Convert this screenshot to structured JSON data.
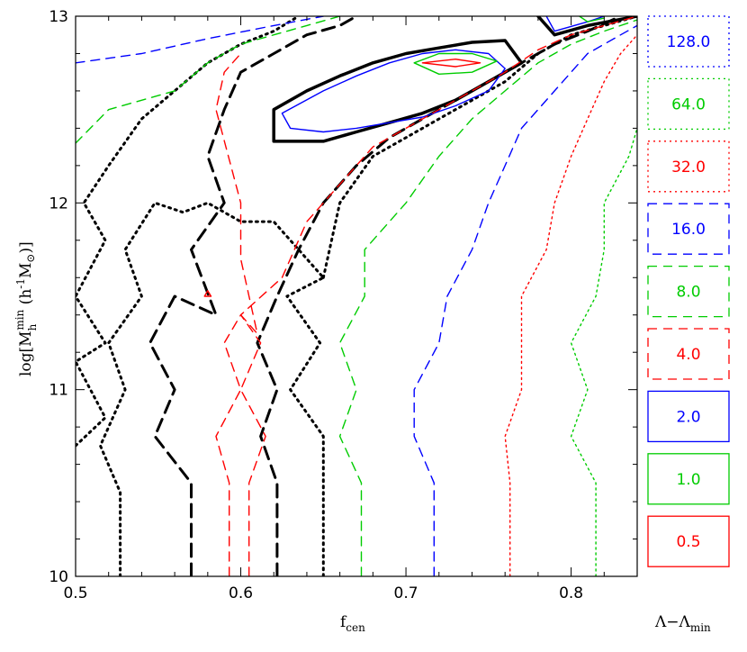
{
  "chart_data": {
    "type": "contour",
    "xlabel": "f",
    "xlabel_sub": "cen",
    "ylabel_pre": "log[M",
    "ylabel_sub": "h",
    "ylabel_sup": "min",
    "ylabel_post": " (h",
    "ylabel_exp": "-1",
    "ylabel_unit": "M",
    "ylabel_unit_sub": "⊙",
    "ylabel_close": ")]",
    "xlim": [
      0.5,
      0.84
    ],
    "ylim": [
      10,
      13
    ],
    "xticks": [
      {
        "v": 0.5,
        "label": "0.5"
      },
      {
        "v": 0.6,
        "label": "0.6"
      },
      {
        "v": 0.7,
        "label": "0.7"
      },
      {
        "v": 0.8,
        "label": "0.8"
      }
    ],
    "yticks": [
      {
        "v": 10,
        "label": "10"
      },
      {
        "v": 11,
        "label": "11"
      },
      {
        "v": 12,
        "label": "12"
      },
      {
        "v": 13,
        "label": "13"
      }
    ],
    "legend_title": "Λ−Λ",
    "legend_title_sub": "min",
    "legend": [
      {
        "label": "128.0",
        "color": "#0000ff",
        "style": "dotted"
      },
      {
        "label": "64.0",
        "color": "#00cc00",
        "style": "dotted"
      },
      {
        "label": "32.0",
        "color": "#ff0000",
        "style": "dotted"
      },
      {
        "label": "16.0",
        "color": "#0000ff",
        "style": "dashed"
      },
      {
        "label": "8.0",
        "color": "#00cc00",
        "style": "dashed"
      },
      {
        "label": "4.0",
        "color": "#ff0000",
        "style": "dashed"
      },
      {
        "label": "2.0",
        "color": "#0000ff",
        "style": "solid"
      },
      {
        "label": "1.0",
        "color": "#00cc00",
        "style": "solid"
      },
      {
        "label": "0.5",
        "color": "#ff0000",
        "style": "solid"
      }
    ],
    "contours": [
      {
        "name": "black-dotted-left",
        "color": "#000000",
        "style": "dotted",
        "width": 3,
        "closed": false,
        "points": [
          [
            0.5,
            10.7
          ],
          [
            0.518,
            10.85
          ],
          [
            0.5,
            11.15
          ],
          [
            0.518,
            11.25
          ],
          [
            0.5,
            11.5
          ],
          [
            0.518,
            11.8
          ],
          [
            0.505,
            12.0
          ],
          [
            0.52,
            12.2
          ],
          [
            0.54,
            12.45
          ],
          [
            0.56,
            12.6
          ],
          [
            0.58,
            12.75
          ],
          [
            0.6,
            12.85
          ],
          [
            0.62,
            12.92
          ],
          [
            0.635,
            13.0
          ]
        ]
      },
      {
        "name": "black-dotted-right",
        "color": "#000000",
        "style": "dotted",
        "width": 3,
        "closed": false,
        "points": [
          [
            0.527,
            10.0
          ],
          [
            0.527,
            10.45
          ],
          [
            0.515,
            10.7
          ],
          [
            0.53,
            11.0
          ],
          [
            0.52,
            11.25
          ],
          [
            0.54,
            11.5
          ],
          [
            0.53,
            11.75
          ],
          [
            0.548,
            12.0
          ],
          [
            0.565,
            11.95
          ],
          [
            0.58,
            12.0
          ],
          [
            0.6,
            11.9
          ],
          [
            0.62,
            11.9
          ],
          [
            0.635,
            11.75
          ],
          [
            0.65,
            11.6
          ],
          [
            0.628,
            11.5
          ],
          [
            0.648,
            11.25
          ],
          [
            0.63,
            11.0
          ],
          [
            0.65,
            10.75
          ],
          [
            0.65,
            10.0
          ]
        ]
      },
      {
        "name": "black-dotted-upper",
        "color": "#000000",
        "style": "dotted",
        "width": 3,
        "closed": false,
        "points": [
          [
            0.65,
            11.6
          ],
          [
            0.66,
            12.0
          ],
          [
            0.68,
            12.25
          ],
          [
            0.7,
            12.35
          ],
          [
            0.72,
            12.45
          ],
          [
            0.74,
            12.55
          ],
          [
            0.76,
            12.65
          ],
          [
            0.78,
            12.8
          ],
          [
            0.8,
            12.9
          ],
          [
            0.82,
            12.95
          ],
          [
            0.84,
            13.0
          ]
        ]
      },
      {
        "name": "black-dashed",
        "color": "#000000",
        "style": "dashed",
        "width": 3,
        "closed": false,
        "points": [
          [
            0.57,
            10.0
          ],
          [
            0.57,
            10.5
          ],
          [
            0.548,
            10.75
          ],
          [
            0.56,
            11.0
          ],
          [
            0.545,
            11.25
          ],
          [
            0.56,
            11.5
          ],
          [
            0.585,
            11.4
          ],
          [
            0.57,
            11.75
          ],
          [
            0.59,
            12.0
          ],
          [
            0.58,
            12.25
          ],
          [
            0.59,
            12.5
          ],
          [
            0.6,
            12.7
          ],
          [
            0.62,
            12.8
          ],
          [
            0.64,
            12.9
          ],
          [
            0.66,
            12.95
          ],
          [
            0.67,
            13.0
          ]
        ]
      },
      {
        "name": "black-dashed-right",
        "color": "#000000",
        "style": "dashed",
        "width": 3,
        "closed": false,
        "points": [
          [
            0.622,
            10.0
          ],
          [
            0.622,
            10.5
          ],
          [
            0.612,
            10.75
          ],
          [
            0.622,
            11.0
          ],
          [
            0.61,
            11.25
          ],
          [
            0.622,
            11.5
          ],
          [
            0.635,
            11.75
          ],
          [
            0.65,
            12.0
          ],
          [
            0.67,
            12.2
          ],
          [
            0.69,
            12.35
          ],
          [
            0.71,
            12.45
          ],
          [
            0.73,
            12.55
          ],
          [
            0.75,
            12.65
          ],
          [
            0.77,
            12.75
          ],
          [
            0.79,
            12.85
          ],
          [
            0.81,
            12.92
          ],
          [
            0.83,
            13.0
          ]
        ]
      },
      {
        "name": "black-solid",
        "color": "#000000",
        "style": "solid",
        "width": 3.5,
        "closed": true,
        "points": [
          [
            0.62,
            12.5
          ],
          [
            0.64,
            12.6
          ],
          [
            0.66,
            12.68
          ],
          [
            0.68,
            12.75
          ],
          [
            0.7,
            12.8
          ],
          [
            0.72,
            12.83
          ],
          [
            0.74,
            12.86
          ],
          [
            0.76,
            12.87
          ],
          [
            0.77,
            12.75
          ],
          [
            0.75,
            12.65
          ],
          [
            0.73,
            12.55
          ],
          [
            0.71,
            12.48
          ],
          [
            0.69,
            12.43
          ],
          [
            0.67,
            12.38
          ],
          [
            0.65,
            12.33
          ],
          [
            0.62,
            12.33
          ]
        ]
      },
      {
        "name": "black-solid-corner",
        "color": "#000000",
        "style": "solid",
        "width": 3.5,
        "closed": false,
        "points": [
          [
            0.78,
            13.0
          ],
          [
            0.79,
            12.9
          ],
          [
            0.81,
            12.95
          ],
          [
            0.84,
            13.0
          ]
        ]
      },
      {
        "name": "blue-solid",
        "color": "#0000ff",
        "style": "solid",
        "width": 1.4,
        "closed": true,
        "points": [
          [
            0.625,
            12.48
          ],
          [
            0.65,
            12.6
          ],
          [
            0.67,
            12.68
          ],
          [
            0.69,
            12.75
          ],
          [
            0.71,
            12.8
          ],
          [
            0.73,
            12.82
          ],
          [
            0.75,
            12.8
          ],
          [
            0.76,
            12.72
          ],
          [
            0.75,
            12.6
          ],
          [
            0.73,
            12.52
          ],
          [
            0.71,
            12.46
          ],
          [
            0.69,
            12.43
          ],
          [
            0.67,
            12.4
          ],
          [
            0.65,
            12.38
          ],
          [
            0.63,
            12.4
          ]
        ]
      },
      {
        "name": "blue-solid-corner",
        "color": "#0000ff",
        "style": "solid",
        "width": 1.4,
        "closed": false,
        "points": [
          [
            0.785,
            13.0
          ],
          [
            0.79,
            12.92
          ],
          [
            0.81,
            12.97
          ],
          [
            0.82,
            13.0
          ]
        ]
      },
      {
        "name": "green-solid",
        "color": "#00cc00",
        "style": "solid",
        "width": 1.4,
        "closed": true,
        "points": [
          [
            0.705,
            12.75
          ],
          [
            0.72,
            12.8
          ],
          [
            0.74,
            12.8
          ],
          [
            0.755,
            12.76
          ],
          [
            0.74,
            12.7
          ],
          [
            0.72,
            12.69
          ]
        ]
      },
      {
        "name": "green-solid-corner",
        "color": "#00cc00",
        "style": "solid",
        "width": 1.4,
        "closed": false,
        "points": [
          [
            0.805,
            13.0
          ],
          [
            0.81,
            12.97
          ],
          [
            0.82,
            12.99
          ]
        ]
      },
      {
        "name": "red-solid",
        "color": "#ff0000",
        "style": "solid",
        "width": 1.4,
        "closed": true,
        "points": [
          [
            0.71,
            12.75
          ],
          [
            0.73,
            12.77
          ],
          [
            0.745,
            12.75
          ],
          [
            0.73,
            12.73
          ]
        ]
      },
      {
        "name": "red-solid-small",
        "color": "#ff0000",
        "style": "solid",
        "width": 1.4,
        "closed": true,
        "points": [
          [
            0.578,
            11.5
          ],
          [
            0.58,
            11.53
          ],
          [
            0.582,
            11.5
          ]
        ]
      },
      {
        "name": "red-dashed-left",
        "color": "#ff0000",
        "style": "dashed",
        "width": 1.4,
        "closed": false,
        "points": [
          [
            0.593,
            10.0
          ],
          [
            0.593,
            10.5
          ],
          [
            0.585,
            10.75
          ],
          [
            0.6,
            11.0
          ],
          [
            0.59,
            11.25
          ],
          [
            0.6,
            11.4
          ],
          [
            0.61,
            11.3
          ],
          [
            0.6,
            11.7
          ],
          [
            0.6,
            12.0
          ],
          [
            0.585,
            12.5
          ],
          [
            0.59,
            12.7
          ],
          [
            0.6,
            12.8
          ]
        ]
      },
      {
        "name": "red-dashed-right",
        "color": "#ff0000",
        "style": "dashed",
        "width": 1.4,
        "closed": false,
        "points": [
          [
            0.605,
            10.0
          ],
          [
            0.605,
            10.5
          ],
          [
            0.615,
            10.75
          ],
          [
            0.6,
            11.0
          ],
          [
            0.612,
            11.25
          ],
          [
            0.6,
            11.4
          ],
          [
            0.625,
            11.6
          ],
          [
            0.64,
            11.9
          ],
          [
            0.66,
            12.1
          ],
          [
            0.68,
            12.3
          ],
          [
            0.7,
            12.4
          ],
          [
            0.72,
            12.5
          ],
          [
            0.74,
            12.6
          ],
          [
            0.76,
            12.7
          ],
          [
            0.78,
            12.82
          ],
          [
            0.8,
            12.9
          ],
          [
            0.82,
            12.95
          ],
          [
            0.84,
            13.0
          ]
        ]
      },
      {
        "name": "green-dashed",
        "color": "#00cc00",
        "style": "dashed",
        "width": 1.4,
        "closed": false,
        "points": [
          [
            0.673,
            10.0
          ],
          [
            0.673,
            10.5
          ],
          [
            0.66,
            10.75
          ],
          [
            0.67,
            11.0
          ],
          [
            0.66,
            11.25
          ],
          [
            0.675,
            11.5
          ],
          [
            0.675,
            11.75
          ],
          [
            0.7,
            12.0
          ],
          [
            0.72,
            12.25
          ],
          [
            0.74,
            12.45
          ],
          [
            0.76,
            12.6
          ],
          [
            0.78,
            12.75
          ],
          [
            0.8,
            12.85
          ],
          [
            0.82,
            12.92
          ],
          [
            0.84,
            12.98
          ]
        ]
      },
      {
        "name": "green-dashed-top",
        "color": "#00cc00",
        "style": "dashed",
        "width": 1.4,
        "closed": false,
        "points": [
          [
            0.5,
            12.32
          ],
          [
            0.52,
            12.5
          ],
          [
            0.56,
            12.6
          ],
          [
            0.58,
            12.75
          ],
          [
            0.6,
            12.85
          ],
          [
            0.62,
            12.9
          ],
          [
            0.64,
            12.95
          ],
          [
            0.66,
            13.0
          ]
        ]
      },
      {
        "name": "blue-dashed",
        "color": "#0000ff",
        "style": "dashed",
        "width": 1.4,
        "closed": false,
        "points": [
          [
            0.717,
            10.0
          ],
          [
            0.717,
            10.5
          ],
          [
            0.705,
            10.75
          ],
          [
            0.705,
            11.0
          ],
          [
            0.72,
            11.25
          ],
          [
            0.725,
            11.5
          ],
          [
            0.74,
            11.75
          ],
          [
            0.75,
            12.0
          ],
          [
            0.76,
            12.2
          ],
          [
            0.77,
            12.4
          ],
          [
            0.79,
            12.6
          ],
          [
            0.81,
            12.8
          ],
          [
            0.83,
            12.9
          ],
          [
            0.84,
            12.95
          ]
        ]
      },
      {
        "name": "blue-dashed-top",
        "color": "#0000ff",
        "style": "dashed",
        "width": 1.4,
        "closed": false,
        "points": [
          [
            0.5,
            12.75
          ],
          [
            0.54,
            12.8
          ],
          [
            0.58,
            12.88
          ],
          [
            0.62,
            12.95
          ],
          [
            0.65,
            13.0
          ]
        ]
      },
      {
        "name": "red-dotted",
        "color": "#ff0000",
        "style": "dotted",
        "width": 1.4,
        "closed": false,
        "points": [
          [
            0.763,
            10.0
          ],
          [
            0.763,
            10.5
          ],
          [
            0.76,
            10.75
          ],
          [
            0.77,
            11.0
          ],
          [
            0.77,
            11.25
          ],
          [
            0.77,
            11.5
          ],
          [
            0.785,
            11.75
          ],
          [
            0.79,
            12.0
          ],
          [
            0.8,
            12.25
          ],
          [
            0.81,
            12.45
          ],
          [
            0.82,
            12.65
          ],
          [
            0.83,
            12.8
          ],
          [
            0.84,
            12.9
          ]
        ]
      },
      {
        "name": "green-dotted",
        "color": "#00cc00",
        "style": "dotted",
        "width": 1.4,
        "closed": false,
        "points": [
          [
            0.815,
            10.0
          ],
          [
            0.815,
            10.5
          ],
          [
            0.8,
            10.75
          ],
          [
            0.81,
            11.0
          ],
          [
            0.8,
            11.25
          ],
          [
            0.815,
            11.5
          ],
          [
            0.82,
            11.75
          ],
          [
            0.82,
            12.0
          ],
          [
            0.835,
            12.25
          ],
          [
            0.84,
            12.4
          ]
        ]
      }
    ]
  }
}
